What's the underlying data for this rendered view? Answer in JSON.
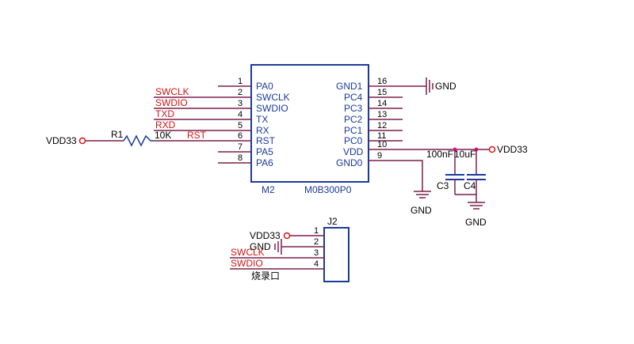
{
  "ic": {
    "designator": "M2",
    "part": "M0B300P0",
    "left_pins": [
      {
        "num": "1",
        "name": "PA0",
        "net": ""
      },
      {
        "num": "2",
        "name": "SWCLK",
        "net": "SWCLK"
      },
      {
        "num": "3",
        "name": "SWDIO",
        "net": "SWDIO"
      },
      {
        "num": "4",
        "name": "TX",
        "net": "TXD"
      },
      {
        "num": "5",
        "name": "RX",
        "net": "RXD"
      },
      {
        "num": "6",
        "name": "RST",
        "net": "RST"
      },
      {
        "num": "7",
        "name": "PA5",
        "net": ""
      },
      {
        "num": "8",
        "name": "PA6",
        "net": ""
      }
    ],
    "right_pins": [
      {
        "num": "16",
        "name": "GND1"
      },
      {
        "num": "15",
        "name": "PC4"
      },
      {
        "num": "14",
        "name": "PC3"
      },
      {
        "num": "13",
        "name": "PC2"
      },
      {
        "num": "12",
        "name": "PC1"
      },
      {
        "num": "11",
        "name": "PC0"
      },
      {
        "num": "10",
        "name": "VDD"
      },
      {
        "num": "9",
        "name": "GND0"
      }
    ]
  },
  "resistor": {
    "designator": "R1",
    "value": "10K",
    "net_left": "VDD33"
  },
  "power": {
    "gnd_pin16": "GND",
    "gnd_pin9": "GND",
    "gnd_caps": "GND",
    "vdd_right": "VDD33"
  },
  "caps": [
    {
      "designator": "C3",
      "value": "100nF"
    },
    {
      "designator": "C4",
      "value": "10uF"
    }
  ],
  "connector": {
    "designator": "J2",
    "caption": "烧录口",
    "pins": [
      {
        "num": "1",
        "net": "VDD33"
      },
      {
        "num": "2",
        "net": "GND"
      },
      {
        "num": "3",
        "net": "SWCLK"
      },
      {
        "num": "4",
        "net": "SWDIO"
      }
    ]
  },
  "colors": {
    "component": "#1a3a9c",
    "wire": "#7b1f4a",
    "net_label": "#d21414",
    "junction": "#e0157a"
  }
}
